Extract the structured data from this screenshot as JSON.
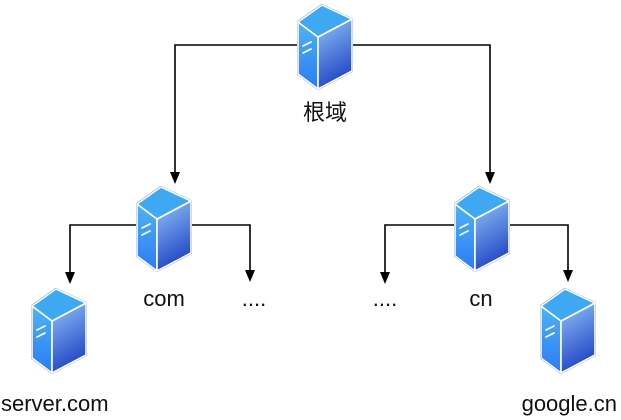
{
  "diagram": {
    "description": "DNS domain hierarchy tree",
    "nodes": {
      "root": {
        "label": "根域",
        "icon": "server-icon"
      },
      "com": {
        "label": "com",
        "icon": "server-icon"
      },
      "cn": {
        "label": "cn",
        "icon": "server-icon"
      },
      "com_more": {
        "label": "...."
      },
      "cn_more": {
        "label": "...."
      },
      "server_com": {
        "label": "server.com",
        "icon": "server-icon"
      },
      "google_cn": {
        "label": "google.cn",
        "icon": "server-icon"
      }
    },
    "edges": [
      {
        "from": "root",
        "to": "com"
      },
      {
        "from": "root",
        "to": "cn"
      },
      {
        "from": "com",
        "to": "server_com"
      },
      {
        "from": "com",
        "to": "com_more"
      },
      {
        "from": "cn",
        "to": "cn_more"
      },
      {
        "from": "cn",
        "to": "google_cn"
      }
    ],
    "colors": {
      "face_top": "#3ea8f2",
      "face_left_top": "#4fb3f4",
      "face_left_bottom": "#2b7bf4",
      "face_right_top": "#8cc0f5",
      "face_right_bottom": "#1e41c4",
      "edge_highlight": "#ffffff",
      "edge_shadow": "#1e3fae",
      "connector": "#000000",
      "label_text": "#111111"
    }
  }
}
